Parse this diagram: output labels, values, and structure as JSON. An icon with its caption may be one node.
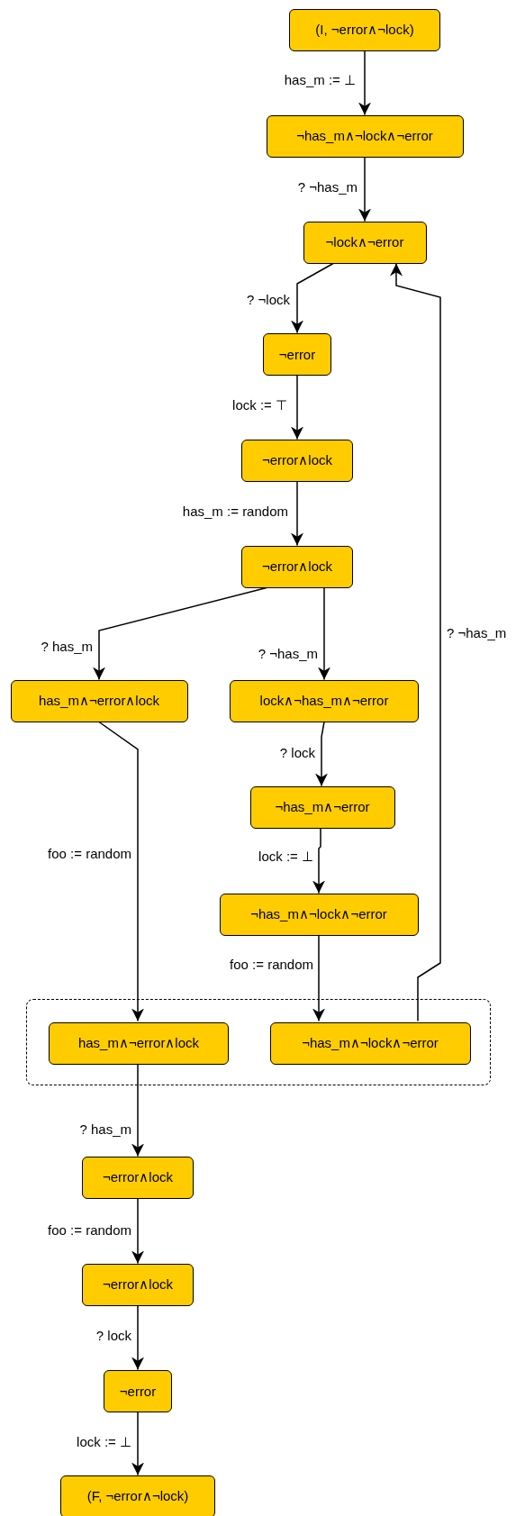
{
  "diagram": {
    "nodes": [
      {
        "text": [
          "(I, ¬error∧¬lock)"
        ]
      },
      {
        "text": [
          "¬has_m∧¬lock∧¬error"
        ]
      },
      {
        "text": [
          "¬lock∧¬error"
        ]
      },
      {
        "text": [
          "¬error"
        ]
      },
      {
        "text": [
          "¬error∧lock"
        ]
      },
      {
        "text": [
          "¬error∧lock"
        ]
      },
      {
        "text": [
          "has_m∧¬error∧lock"
        ]
      },
      {
        "text": [
          "lock∧¬has_m∧¬error"
        ]
      },
      {
        "text": [
          "¬has_m∧¬error"
        ]
      },
      {
        "text": [
          "¬has_m∧¬lock∧¬error"
        ]
      },
      {
        "text": [],
        "shape": "box"
      },
      {
        "text": [
          "has_m∧¬error∧lock"
        ],
        "in": 10
      },
      {
        "text": [
          "¬has_m∧¬lock∧¬error"
        ],
        "in": 10
      },
      {
        "text": [
          "¬error∧lock"
        ]
      },
      {
        "text": [
          "¬error∧lock"
        ]
      },
      {
        "text": [
          "¬error"
        ]
      },
      {
        "text": [
          "(F, ¬error∧¬lock)"
        ]
      }
    ],
    "edges": [
      {
        "from": 0,
        "to": 1,
        "arrow": "to",
        "label": "has_m := ⊥"
      },
      {
        "from": 1,
        "to": 2,
        "arrow": "to",
        "label": "? ¬has_m"
      },
      {
        "from": 2,
        "to": 3,
        "arrow": "to",
        "label": "? ¬lock"
      },
      {
        "from": 3,
        "to": 4,
        "arrow": "to",
        "label": "lock := ⊤"
      },
      {
        "from": 4,
        "to": 5,
        "arrow": "to",
        "label": "has_m := random"
      },
      {
        "from": 5,
        "to": 6,
        "arrow": "to",
        "label": "? has_m"
      },
      {
        "from": 5,
        "to": 7,
        "arrow": "to",
        "label": "? ¬has_m"
      },
      {
        "from": 6,
        "to": 11,
        "arrow": "to",
        "label": "foo := random"
      },
      {
        "from": 7,
        "to": 8,
        "arrow": "to",
        "label": "? lock"
      },
      {
        "from": 8,
        "to": 9,
        "arrow": "to",
        "label": "lock := ⊥"
      },
      {
        "from": 9,
        "to": 12,
        "arrow": "to",
        "label": "foo := random"
      },
      {
        "from": 12,
        "to": 2,
        "arrow": "to",
        "label": "? ¬has_m"
      },
      {
        "from": 11,
        "to": 13,
        "arrow": "to",
        "label": "? has_m"
      },
      {
        "from": 13,
        "to": 14,
        "arrow": "to",
        "label": "foo := random"
      },
      {
        "from": 14,
        "to": 15,
        "arrow": "to",
        "label": "? lock"
      },
      {
        "from": 15,
        "to": 16,
        "arrow": "to",
        "label": "lock := ⊥"
      }
    ]
  }
}
